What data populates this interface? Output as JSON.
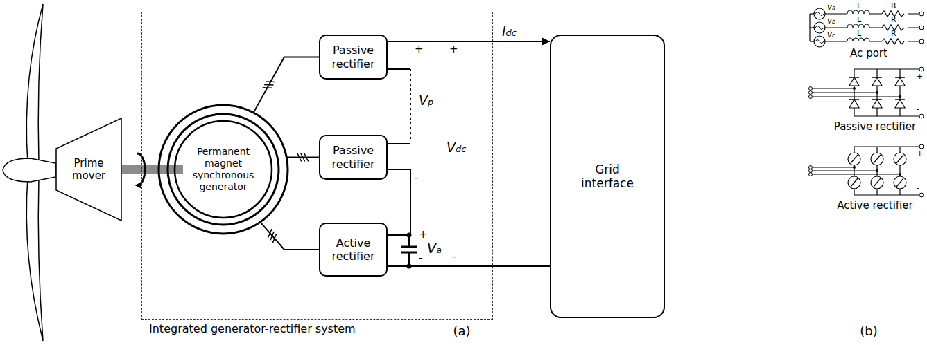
{
  "diagram": {
    "nodes": [
      {
        "text": [
          "Prime mover"
        ]
      },
      {
        "text": [
          "Integrated generator-rectifier system"
        ]
      },
      {
        "text": [
          "Permanent magnet synchronous generator"
        ],
        "in": 1
      },
      {
        "text": [
          "Passive rectifier"
        ],
        "in": 1
      },
      {
        "text": [
          "Passive rectifier"
        ],
        "in": 1
      },
      {
        "text": [
          "Active rectifier"
        ],
        "in": 1
      },
      {
        "text": [
          "Grid interface"
        ]
      }
    ],
    "edges": [
      {
        "from": 2,
        "to": 3,
        "arrow": "none"
      },
      {
        "from": 2,
        "to": 4,
        "arrow": "none"
      },
      {
        "from": 2,
        "to": 5,
        "arrow": "none"
      },
      {
        "from": 3,
        "to": 6,
        "arrow": "to",
        "label": "Idc"
      },
      {
        "from": 3,
        "to": 4,
        "arrow": "none"
      },
      {
        "from": 4,
        "to": 5,
        "arrow": "none"
      },
      {
        "from": 5,
        "to": 6,
        "arrow": "none"
      }
    ],
    "labels": [
      "+",
      "+",
      "Vp",
      "-",
      "Vdc",
      "+",
      "Va",
      "-",
      "-",
      "(a)",
      "va",
      "L",
      "R",
      "vb",
      "L",
      "R",
      "vc",
      "L",
      "R",
      "Ac port",
      "+",
      "-",
      "Passive rectifier",
      "+",
      "-",
      "Active rectifier",
      "(b)"
    ]
  }
}
